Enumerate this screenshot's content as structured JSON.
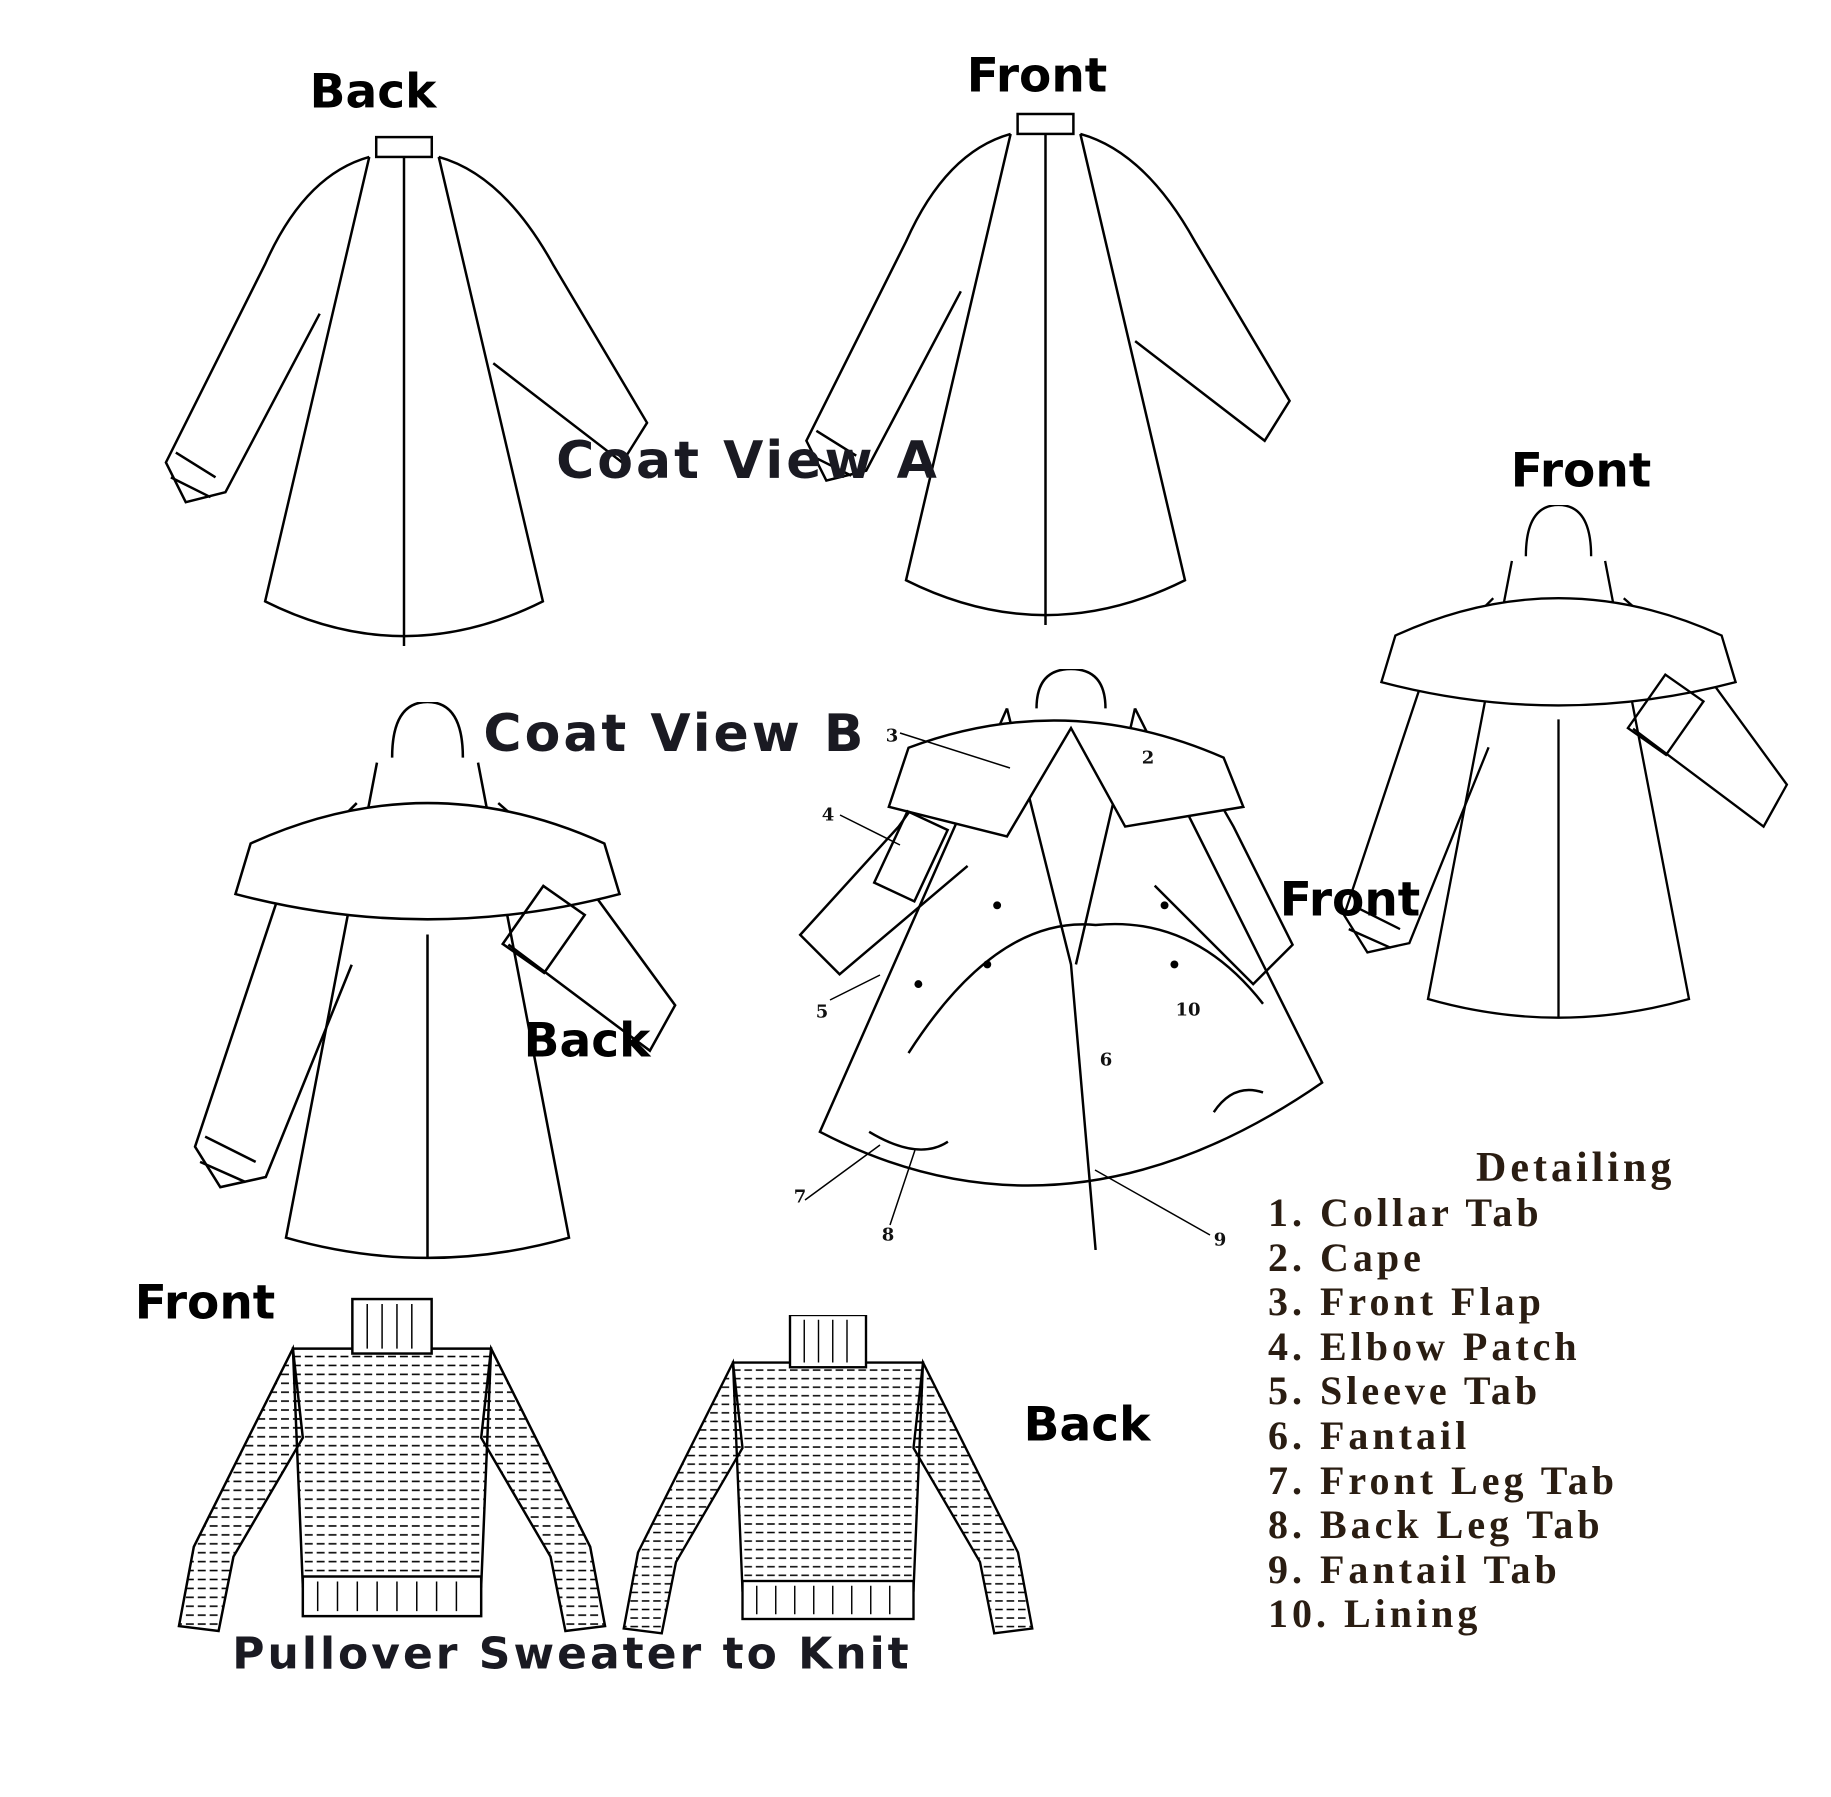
{
  "labels": {
    "coat_a_back": "Back",
    "coat_a_front": "Front",
    "coat_view_a": "Coat View A",
    "coat_right_front": "Front",
    "coat_view_b": "Coat View B",
    "coat_b_front": "Front",
    "coat_b_back": "Back",
    "sweater_front": "Front",
    "sweater_back": "Back",
    "sweater_title": "Pullover Sweater to Knit"
  },
  "callouts": [
    "2",
    "3",
    "4",
    "5",
    "6",
    "7",
    "8",
    "9",
    "10"
  ],
  "detailing": {
    "title": "Detailing",
    "items": [
      "1. Collar Tab",
      "2. Cape",
      "3. Front Flap",
      "4. Elbow Patch",
      "5. Sleeve Tab",
      "6. Fantail",
      "7. Front Leg Tab",
      "8. Back Leg Tab",
      "9. Fantail Tab",
      "10. Lining"
    ]
  }
}
